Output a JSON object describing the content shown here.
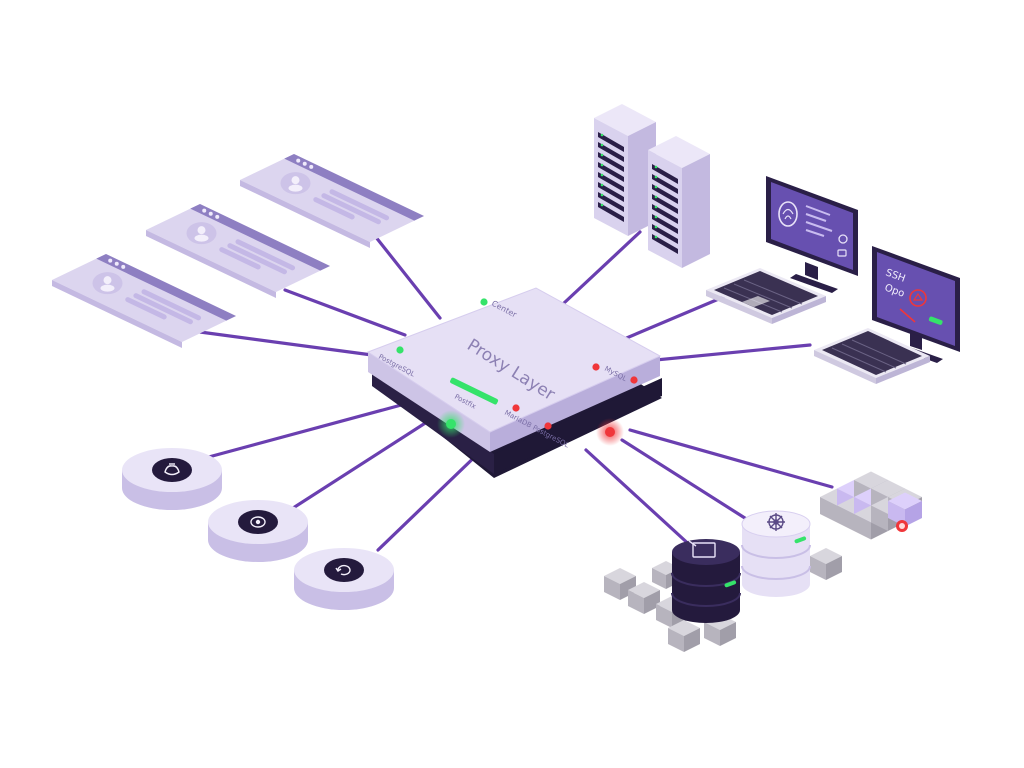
{
  "hub": {
    "title": "Proxy Layer",
    "ports": {
      "top": "Center",
      "left": "PostgreSQL",
      "front": "Postfix",
      "right_front": "MariaDB PostgreSQL",
      "right": "MySQL"
    }
  },
  "monitor_right": {
    "lines": [
      "SSH",
      "Opo"
    ]
  },
  "colors": {
    "line": "#6a3fb0",
    "hub_top": "#e6e0f5",
    "hub_side": "#c9bfe6",
    "hub_base": "#1f1836",
    "led_green": "#35e36a",
    "led_red": "#f0363a",
    "card": "#dcd5ef",
    "card_bar": "#8e7fc2",
    "server": "#d9d2ee",
    "db_dark": "#241a3d",
    "cube": "#b7b4be",
    "cube_accent": "#c9b9f0"
  },
  "icons": {
    "cards": [
      "user-profile-icon",
      "user-profile-icon",
      "user-profile-icon"
    ],
    "pucks": [
      "docker-icon",
      "record-icon",
      "sync-icon"
    ],
    "databases": [
      "box-icon",
      "kubernetes-icon"
    ]
  }
}
